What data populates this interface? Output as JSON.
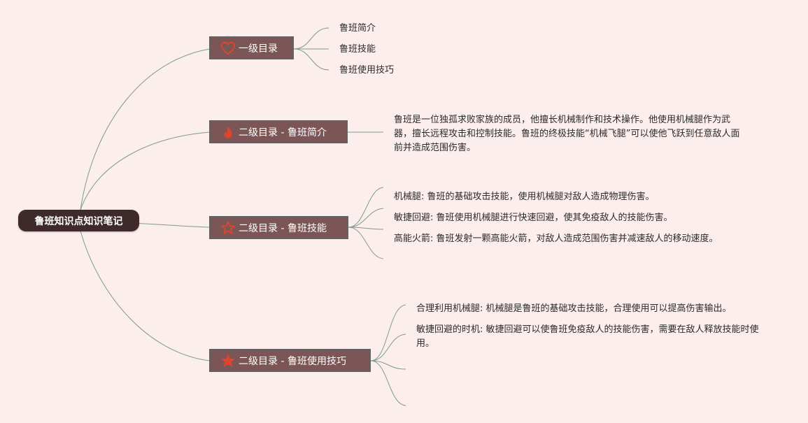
{
  "root": {
    "label": "鲁班知识点知识笔记"
  },
  "topics": [
    {
      "label": "一级目录",
      "icon": "heart-icon",
      "children": [
        "鲁班简介",
        "鲁班技能",
        "鲁班使用技巧"
      ]
    },
    {
      "label": "二级目录 - 鲁班简介",
      "icon": "fire-icon",
      "children": [
        "鲁班是一位独孤求败家族的成员，他擅长机械制作和技术操作。他使用机械腿作为武器，擅长远程攻击和控制技能。鲁班的终极技能“机械飞腿”可以使他飞跃到任意敌人面前并造成范围伤害。"
      ]
    },
    {
      "label": "二级目录 - 鲁班技能",
      "icon": "star-outline-icon",
      "children": [
        "机械腿: 鲁班的基础攻击技能，使用机械腿对敌人造成物理伤害。",
        "敏捷回避: 鲁班使用机械腿进行快速回避，使其免疫敌人的技能伤害。",
        "高能火箭: 鲁班发射一颗高能火箭，对敌人造成范围伤害并减速敌人的移动速度。"
      ]
    },
    {
      "label": "二级目录 - 鲁班使用技巧",
      "icon": "star-filled-icon",
      "children": [
        "合理利用机械腿: 机械腿是鲁班的基础攻击技能，合理使用可以提高伤害输出。",
        "敏捷回避的时机: 敏捷回避可以使鲁班免疫敌人的技能伤害，需要在敌人释放技能时使用。"
      ]
    }
  ],
  "colors": {
    "background": "#fdeeee",
    "root": "#3e2a2a",
    "topic": "#7c5656",
    "line": "#7d9c8c",
    "icon": "#e0452b"
  }
}
